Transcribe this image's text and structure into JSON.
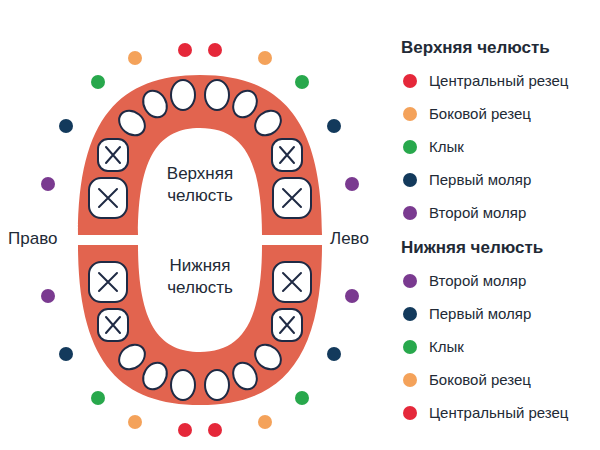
{
  "diagram": {
    "labels": [
      "Верхняя челюсть",
      "Нижняя челюсть",
      "Право",
      "Лево",
      "Верхняя челюсть",
      "Нижняя челюсть"
    ],
    "legend": [
      {
        "text": "Центральный резец",
        "color": "#e5283a"
      },
      {
        "text": "Боковой резец",
        "color": "#f4a25a"
      },
      {
        "text": "Клык",
        "color": "#28a84c"
      },
      {
        "text": "Первый моляр",
        "color": "#133a5c"
      },
      {
        "text": "Второй моляр",
        "color": "#7a3a90"
      },
      {
        "text": "Второй моляр",
        "color": "#7a3a90"
      },
      {
        "text": "Первый моляр",
        "color": "#133a5c"
      },
      {
        "text": "Клык",
        "color": "#28a84c"
      },
      {
        "text": "Боковой резец",
        "color": "#f4a25a"
      },
      {
        "text": "Центральный резец",
        "color": "#e5283a"
      }
    ]
  }
}
